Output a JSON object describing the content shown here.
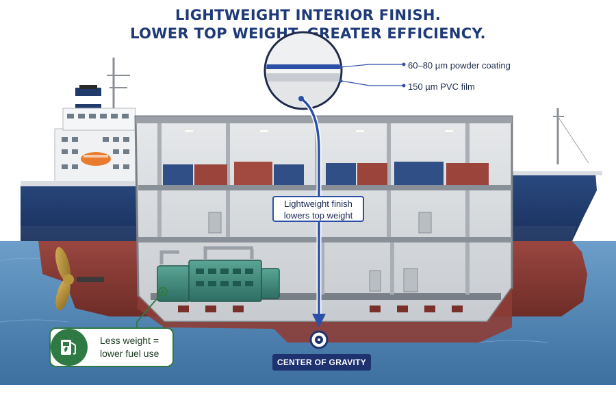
{
  "title": {
    "line1": "LIGHTWEIGHT INTERIOR FINISH.",
    "line2": "LOWER TOP WEIGHT. GREATER EFFICIENCY."
  },
  "layers": {
    "powder_coating": "60–80 µm powder coating",
    "pvc_film": "150 µm PVC film"
  },
  "finish_callout": {
    "line1": "Lightweight finish",
    "line2": "lowers top weight"
  },
  "center_of_gravity": "CENTER OF GRAVITY",
  "fuel_callout": {
    "line1": "Less weight =",
    "line2": "lower fuel use"
  },
  "icons": [
    "fuel-pump-leaf-icon",
    "center-of-gravity-icon"
  ],
  "colors": {
    "title": "#1f3a78",
    "hull_navy": "#203a6b",
    "hull_red": "#8a3a33",
    "sea": "#4f86b8",
    "accent_blue": "#2c4fa8",
    "fuel_green": "#2f7a44",
    "engine_green": "#3f8f80"
  }
}
